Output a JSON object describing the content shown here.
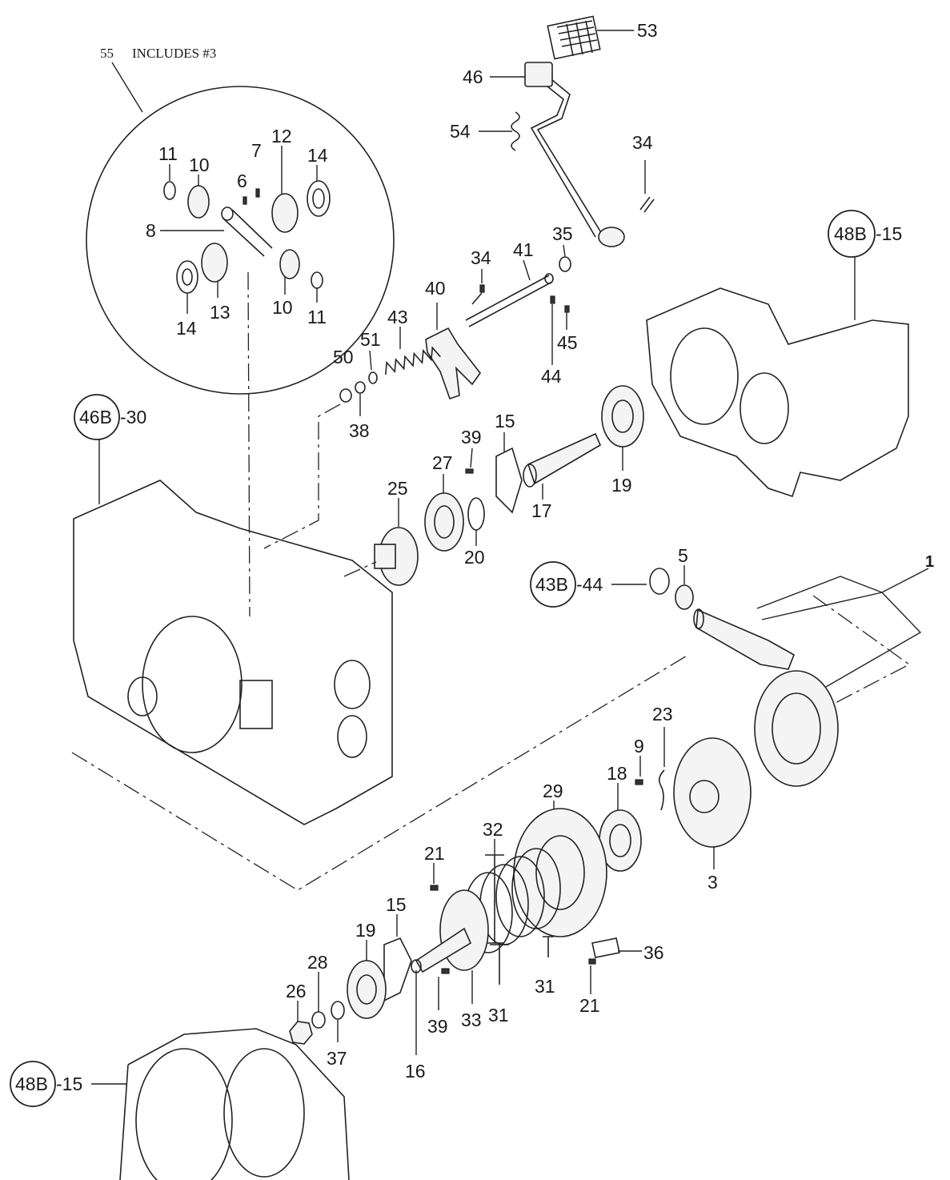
{
  "inset_title": {
    "number": "55",
    "text": "INCLUDES #3"
  },
  "labels": {
    "l53": "53",
    "l46": "46",
    "l54": "54",
    "l34a": "34",
    "l35": "35",
    "l41": "41",
    "l34b": "34",
    "l40": "40",
    "l43": "43",
    "l51": "51",
    "l50": "50",
    "l38": "38",
    "l44": "44",
    "l45": "45",
    "l15a": "15",
    "l39a": "39",
    "l27": "27",
    "l25": "25",
    "l20": "20",
    "l17": "17",
    "l19a": "19",
    "l5": "5",
    "l1": "1",
    "l23": "23",
    "l9": "9",
    "l18": "18",
    "l29": "29",
    "l3": "3",
    "l32": "32",
    "l21a": "21",
    "l15b": "15",
    "l19b": "19",
    "l28": "28",
    "l26": "26",
    "l37": "37",
    "l16": "16",
    "l39b": "39",
    "l33": "33",
    "l31a": "31",
    "l31b": "31",
    "l36": "36",
    "l21b": "21",
    "i11a": "11",
    "i10a": "10",
    "i6": "6",
    "i7": "7",
    "i12": "12",
    "i14a": "14",
    "i8": "8",
    "i14b": "14",
    "i13": "13",
    "i10b": "10",
    "i11b": "11"
  },
  "references": {
    "r48b_top": {
      "circle": "48B",
      "suffix": "-15"
    },
    "r46b": {
      "circle": "46B",
      "suffix": "-30"
    },
    "r43b": {
      "circle": "43B",
      "suffix": "-44"
    },
    "r48b_bottom": {
      "circle": "48B",
      "suffix": "-15"
    }
  }
}
